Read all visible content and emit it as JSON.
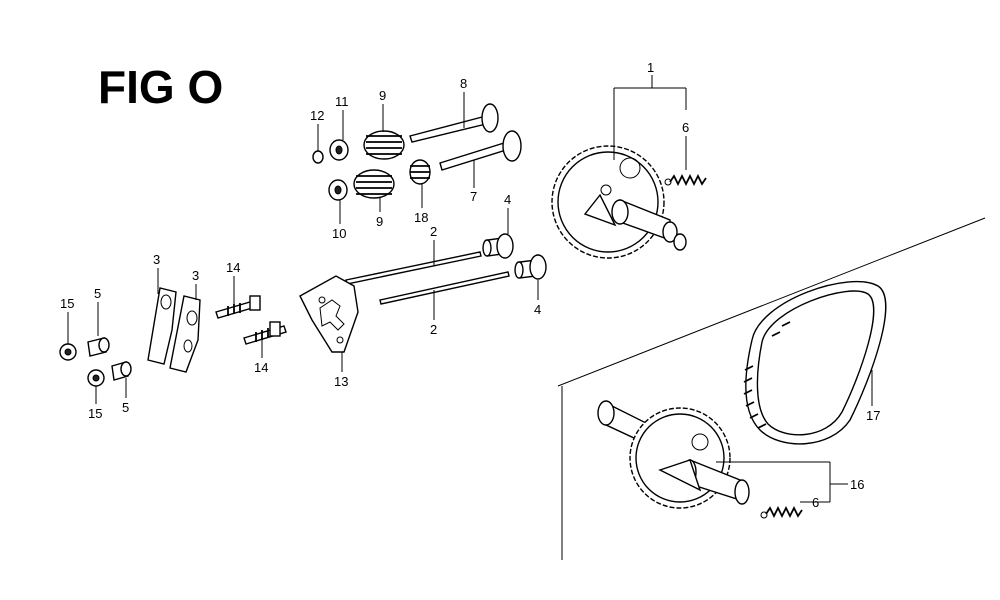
{
  "figure": {
    "title": "FIG O"
  },
  "callouts": [
    {
      "key": "1",
      "text": "1"
    },
    {
      "key": "2a",
      "text": "2"
    },
    {
      "key": "2b",
      "text": "2"
    },
    {
      "key": "3a",
      "text": "3"
    },
    {
      "key": "3b",
      "text": "3"
    },
    {
      "key": "4a",
      "text": "4"
    },
    {
      "key": "4b",
      "text": "4"
    },
    {
      "key": "5a",
      "text": "5"
    },
    {
      "key": "5b",
      "text": "5"
    },
    {
      "key": "6a",
      "text": "6"
    },
    {
      "key": "6b",
      "text": "6"
    },
    {
      "key": "7",
      "text": "7"
    },
    {
      "key": "8",
      "text": "8"
    },
    {
      "key": "9a",
      "text": "9"
    },
    {
      "key": "9b",
      "text": "9"
    },
    {
      "key": "10",
      "text": "10"
    },
    {
      "key": "11",
      "text": "11"
    },
    {
      "key": "12",
      "text": "12"
    },
    {
      "key": "13",
      "text": "13"
    },
    {
      "key": "14a",
      "text": "14"
    },
    {
      "key": "14b",
      "text": "14"
    },
    {
      "key": "15a",
      "text": "15"
    },
    {
      "key": "15b",
      "text": "15"
    },
    {
      "key": "16",
      "text": "16"
    },
    {
      "key": "17",
      "text": "17"
    },
    {
      "key": "18",
      "text": "18"
    }
  ]
}
